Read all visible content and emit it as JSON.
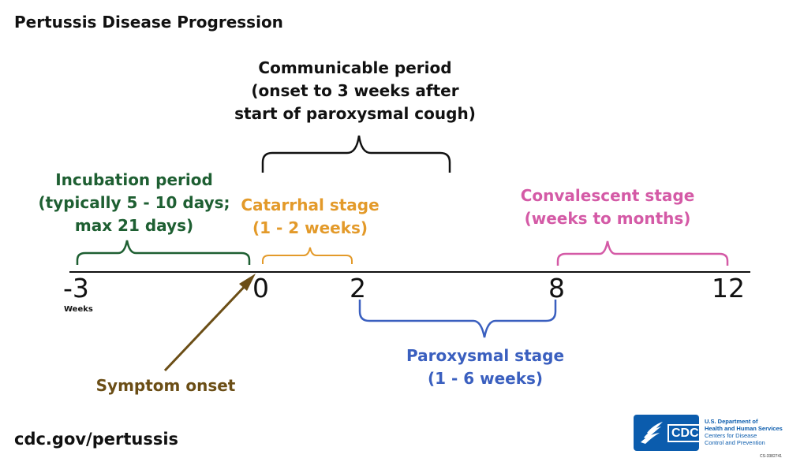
{
  "title": "Pertussis Disease Progression",
  "communicable": {
    "line1": "Communicable period",
    "line2": "(onset to 3 weeks after",
    "line3": "start of paroxysmal cough)"
  },
  "incubation": {
    "line1": "Incubation period",
    "line2": "(typically 5 - 10 days;",
    "line3": "max 21 days)"
  },
  "catarrhal": {
    "line1": "Catarrhal stage",
    "line2": "(1 - 2 weeks)"
  },
  "convalescent": {
    "line1": "Convalescent stage",
    "line2": "(weeks to months)"
  },
  "paroxysmal": {
    "line1": "Paroxysmal stage",
    "line2": "(1 - 6 weeks)"
  },
  "symptom_onset": "Symptom onset",
  "axis": {
    "ticks": [
      "-3",
      "0",
      "2",
      "8",
      "12"
    ],
    "unit": "Weeks"
  },
  "footer": "cdc.gov/pertussis",
  "logo": {
    "cdc": "CDC",
    "agency_line1": "U.S. Department of",
    "agency_line2": "Health and Human Services",
    "agency_line3": "Centers for Disease",
    "agency_line4": "Control and Prevention",
    "code": "CS-3382741"
  },
  "colors": {
    "incubation": "#1e5f32",
    "catarrhal": "#e39a2a",
    "convalescent": "#d45aa6",
    "paroxysmal": "#3a5fbf",
    "communicable": "#111111",
    "symptom_onset": "#6b4e16"
  }
}
